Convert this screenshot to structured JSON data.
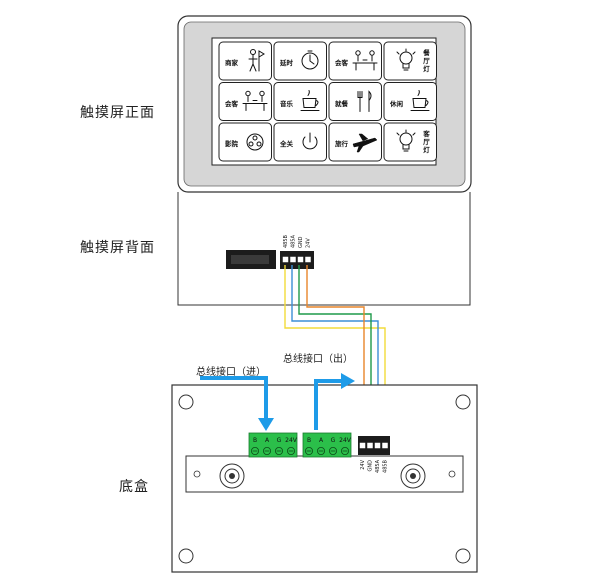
{
  "labels": {
    "front": "触摸屏正面",
    "back": "触摸屏背面",
    "base": "底盒",
    "bus_in": "总线接口（进）",
    "bus_out": "总线接口（出）"
  },
  "buttons": [
    {
      "label": "商家",
      "icon": "person-with-flag-icon"
    },
    {
      "label": "延时",
      "icon": "timer-icon"
    },
    {
      "label": "会客",
      "icon": "meeting-icon"
    },
    {
      "label": "餐厅灯",
      "icon": "light-bulb-icon"
    },
    {
      "label": "会客",
      "icon": "meeting-icon"
    },
    {
      "label": "音乐",
      "icon": "coffee-cup-icon"
    },
    {
      "label": "就餐",
      "icon": "cutlery-icon"
    },
    {
      "label": "休闲",
      "icon": "coffee-cup-icon"
    },
    {
      "label": "影院",
      "icon": "film-reel-icon"
    },
    {
      "label": "全关",
      "icon": "power-icon"
    },
    {
      "label": "旅行",
      "icon": "airplane-icon"
    },
    {
      "label": "客厅灯",
      "icon": "light-bulb-icon"
    }
  ],
  "back_pins": [
    "485B",
    "485A",
    "GND",
    "24V"
  ],
  "base_pins": [
    "24V",
    "GND",
    "485A",
    "485B"
  ],
  "terminal_in_pins": [
    "B",
    "A",
    "G",
    "24V"
  ],
  "terminal_out_pins": [
    "B",
    "A",
    "G",
    "24V"
  ],
  "wire_colors": {
    "orange": "#e8852a",
    "green": "#1f9a4a",
    "blue": "#3d8fd6",
    "yellow": "#f2dc3a"
  },
  "accent_color": "#1e9be8"
}
